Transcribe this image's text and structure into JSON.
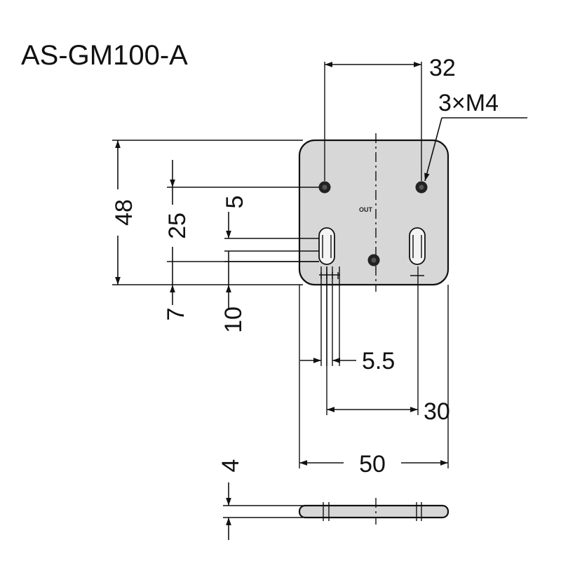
{
  "title": "AS-GM100-A",
  "plate_label": "OUT",
  "dimensions": {
    "hole_pitch_top": "32",
    "thread_callout": "3×M4",
    "height_total": "48",
    "height_holes": "25",
    "slot_length": "5",
    "bottom_to_slot": "7",
    "bottom_to_center_hole": "10",
    "slot_width": "5.5",
    "slot_pitch": "30",
    "width_total": "50",
    "thickness": "4"
  },
  "colors": {
    "plate_fill": "#d7d7d7",
    "line": "#111111"
  }
}
